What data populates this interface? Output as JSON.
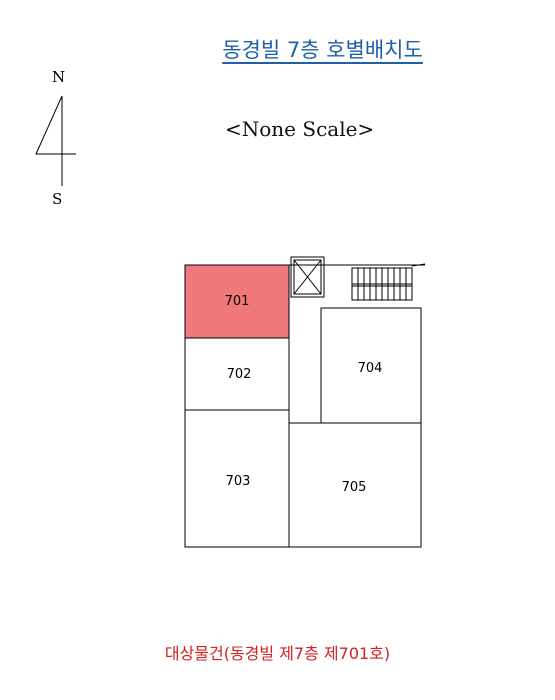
{
  "title": "동경빌 7층 호별배치도",
  "scale_note": "<None Scale>",
  "compass": {
    "north": "N",
    "south": "S"
  },
  "units": [
    {
      "id": "701",
      "label": "701",
      "highlighted": true
    },
    {
      "id": "702",
      "label": "702",
      "highlighted": false
    },
    {
      "id": "703",
      "label": "703",
      "highlighted": false
    },
    {
      "id": "704",
      "label": "704",
      "highlighted": false
    },
    {
      "id": "705",
      "label": "705",
      "highlighted": false
    }
  ],
  "highlight_color": "#f07878",
  "caption": "대상물건(동경빌 제7층 제701호)"
}
